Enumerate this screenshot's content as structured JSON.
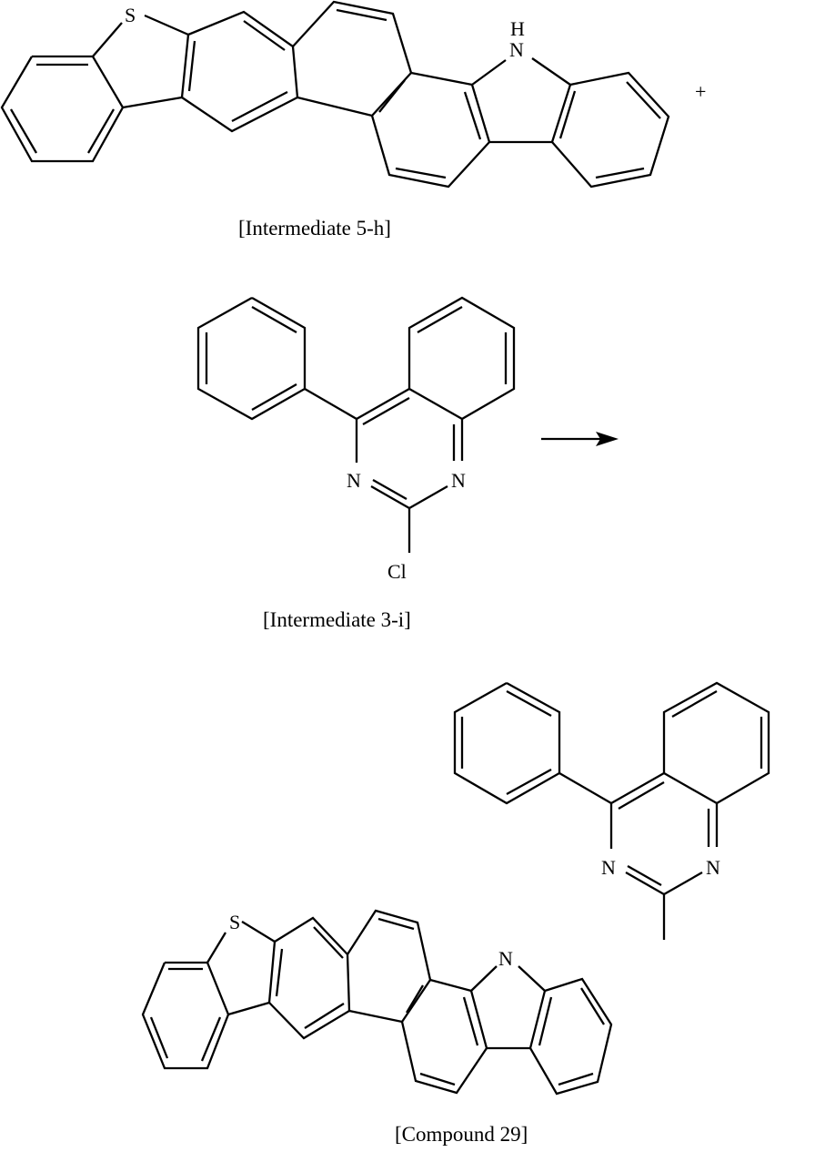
{
  "scheme": {
    "reactants": [
      {
        "label": "[Intermediate 5-h]",
        "atoms_shown": [
          "S",
          "H",
          "N"
        ],
        "description": "benzothieno-fused benzo[c]carbazole with free N-H"
      },
      {
        "label": "[Intermediate 3-i]",
        "atoms_shown": [
          "N",
          "N",
          "Cl"
        ],
        "description": "2-chloro-4-phenylquinazoline"
      }
    ],
    "operator": "+",
    "arrow": "reaction-arrow",
    "product": {
      "label": "[Compound 29]",
      "atoms_shown": [
        "N",
        "N",
        "S",
        "N"
      ],
      "description": "N-(4-phenylquinazolin-2-yl) substituted benzothieno-fused carbazole"
    }
  },
  "atoms": {
    "s1": "S",
    "h1": "H",
    "n1": "N",
    "n2": "N",
    "n3": "N",
    "cl": "Cl",
    "n4": "N",
    "n5": "N",
    "s2": "S",
    "n6": "N"
  },
  "colors": {
    "ink": "#000000",
    "background": "#ffffff"
  }
}
